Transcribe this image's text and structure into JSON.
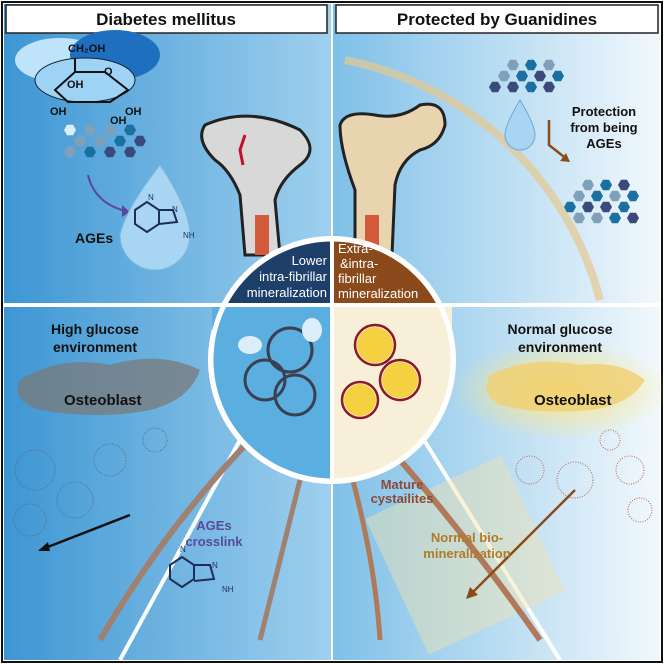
{
  "panels": {
    "left_title": "Diabetes mellitus",
    "right_title": "Protected by Guanidines"
  },
  "top_left": {
    "glucose_labels": {
      "ch2oh": "CH₂OH",
      "o": "O",
      "oh1": "OH",
      "oh2": "OH",
      "oh3": "OH",
      "oh4": "OH"
    },
    "ages_label": "AGEs",
    "molecule_labels": {
      "n1": "N",
      "n2": "N",
      "nh": "NH"
    }
  },
  "top_right": {
    "protection_lines": [
      "Protection",
      "from being",
      "AGEs"
    ]
  },
  "center": {
    "left_label_lines": [
      "Lower",
      "intra-fibrillar",
      "mineralization"
    ],
    "right_label_lines": [
      "Extra-",
      "&intra-",
      "fibrillar",
      "mineralization"
    ],
    "crystal_label_lines": [
      "Mature",
      "cystailites"
    ]
  },
  "bottom_left": {
    "environment_lines": [
      "High glucose",
      "environment"
    ],
    "cell_label": "Osteoblast",
    "crosslink_lines": [
      "AGEs",
      "crosslink"
    ],
    "molecule_labels": {
      "n1": "N",
      "n2": "N",
      "nh": "NH"
    }
  },
  "bottom_right": {
    "environment_lines": [
      "Normal glucose",
      "environment"
    ],
    "cell_label": "Osteoblast",
    "mineralization_lines": [
      "Normal bio-",
      "mineralization"
    ]
  },
  "colors": {
    "left_blue": "#3f9bd6",
    "center_navy": "#1f3f6b",
    "center_brown": "#8b4a1c",
    "ages_purple": "#5a4a9a",
    "gold_text": "#b07a2a",
    "crystal_text": "#8a4a3a"
  }
}
